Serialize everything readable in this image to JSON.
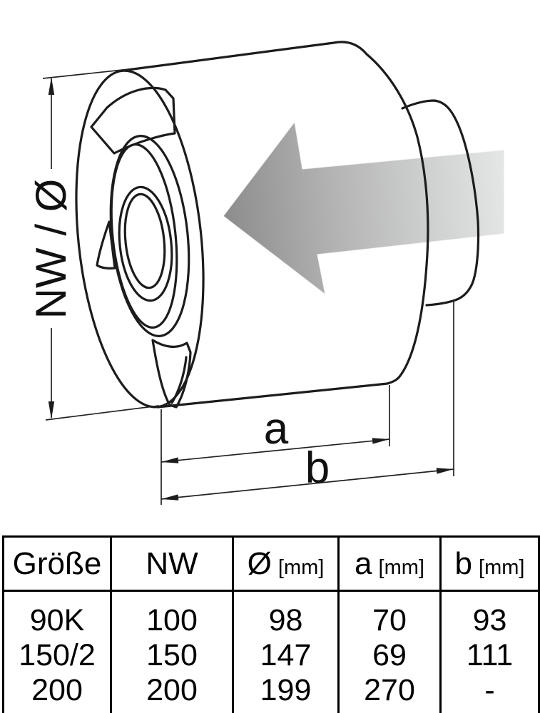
{
  "diagram": {
    "vertical_dimension_label": "NW / Ø",
    "dimension_a_label": "a",
    "dimension_b_label": "b",
    "airflow_arrow": {
      "direction": "left",
      "gradient_start": "#8c8c8c",
      "gradient_mid": "#b4b4b4",
      "gradient_end": "#e4e6e6"
    },
    "line_color": "#1c1c1c"
  },
  "table": {
    "columns": [
      {
        "label": "Größe",
        "unit": ""
      },
      {
        "label": "NW",
        "unit": ""
      },
      {
        "label": "Ø",
        "unit": "[mm]"
      },
      {
        "label": "a",
        "unit": "[mm]"
      },
      {
        "label": "b",
        "unit": "[mm]"
      }
    ],
    "rows": [
      [
        "90K",
        "100",
        "98",
        "70",
        "93"
      ],
      [
        "150/2",
        "150",
        "147",
        "69",
        "111"
      ],
      [
        "200",
        "200",
        "199",
        "270",
        "-"
      ]
    ]
  }
}
